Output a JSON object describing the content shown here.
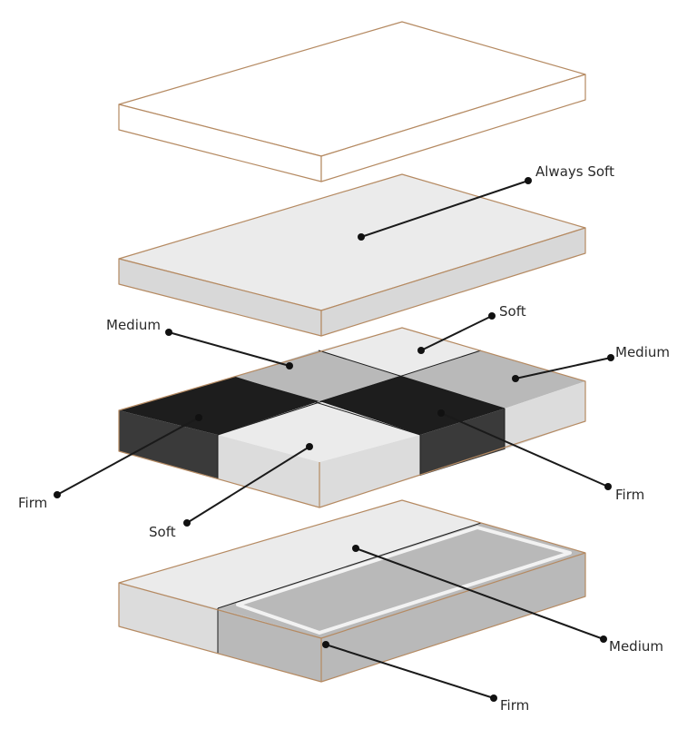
{
  "labels": {
    "always_soft": "Always Soft",
    "medium": "Medium",
    "firm": "Firm",
    "soft": "Soft"
  },
  "colors": {
    "top_face": "#ffffff",
    "side_face": "#f7f7f7",
    "soft_gray": "#ebebeb",
    "medium_gray": "#b9b9b9",
    "firm_black": "#1d1d1d",
    "firm_side": "#3a3a3a",
    "outline": "#b58a62"
  }
}
